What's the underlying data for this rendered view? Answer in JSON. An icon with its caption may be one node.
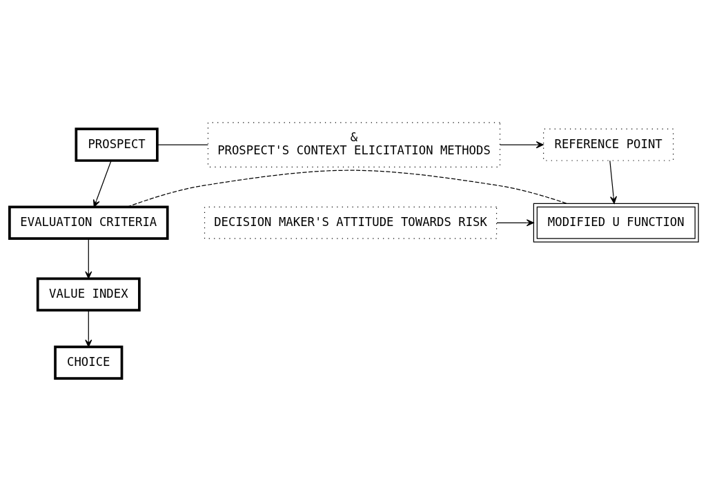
{
  "diagram": {
    "nodes": [
      {
        "text": [
          "PROSPECT"
        ]
      },
      {
        "text": [
          "&",
          "PROSPECT'S CONTEXT ELICITATION METHODS"
        ]
      },
      {
        "text": [
          "REFERENCE POINT"
        ]
      },
      {
        "text": [
          "EVALUATION CRITERIA"
        ]
      },
      {
        "text": [
          "MODIFIED U FUNCTION"
        ]
      },
      {
        "text": [
          "DECISION MAKER'S ATTITUDE TOWARDS RISK"
        ]
      },
      {
        "text": [
          "VALUE INDEX"
        ]
      },
      {
        "text": [
          "CHOICE"
        ]
      }
    ],
    "edges": [
      {
        "from": 0,
        "to": 1,
        "arrow": "none"
      },
      {
        "from": 1,
        "to": 2,
        "arrow": "to"
      },
      {
        "from": 0,
        "to": 3,
        "arrow": "to"
      },
      {
        "from": 2,
        "to": 4,
        "arrow": "to"
      },
      {
        "from": 3,
        "to": 4,
        "arrow": "none",
        "style": "dashed"
      },
      {
        "from": 5,
        "to": 4,
        "arrow": "to"
      },
      {
        "from": 3,
        "to": 6,
        "arrow": "to"
      },
      {
        "from": 6,
        "to": 7,
        "arrow": "to"
      }
    ]
  }
}
